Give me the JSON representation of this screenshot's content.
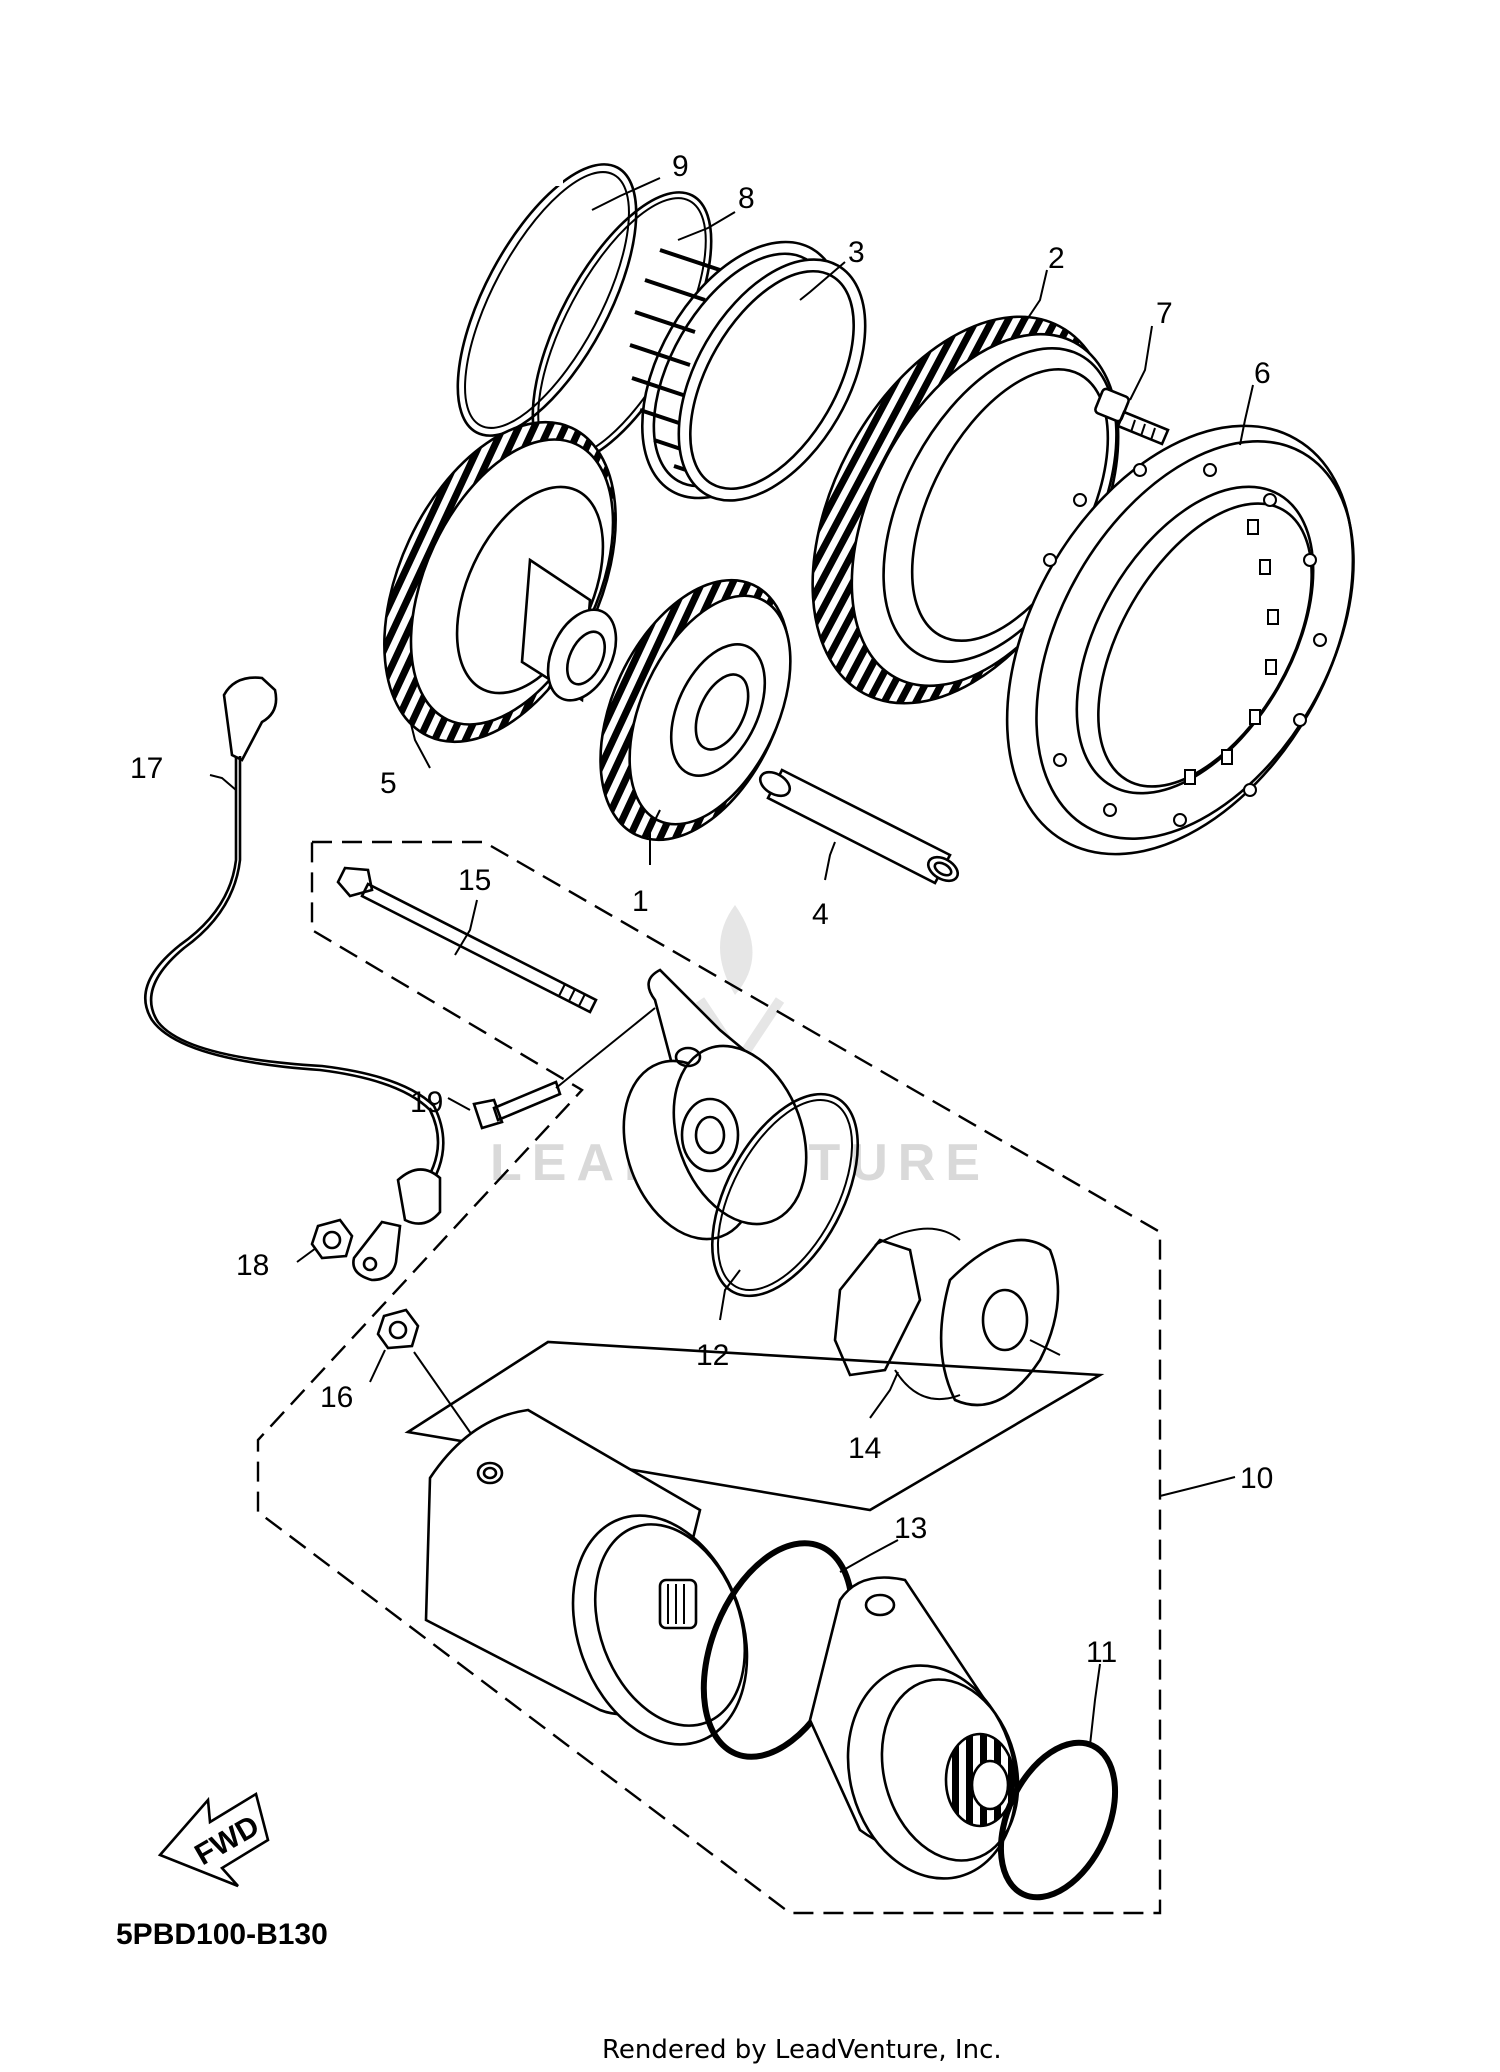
{
  "diagram_code": "5PBD100-B130",
  "credit": "Rendered by LeadVenture, Inc.",
  "watermark": "LEADVENTURE",
  "fwd_label": "FWD",
  "callouts": {
    "c1": "1",
    "c2": "2",
    "c3": "3",
    "c4": "4",
    "c5": "5",
    "c6": "6",
    "c7": "7",
    "c8": "8",
    "c9": "9",
    "c10": "10",
    "c11": "11",
    "c12": "12",
    "c13": "13",
    "c14": "14",
    "c15": "15",
    "c16": "16",
    "c17": "17",
    "c18": "18",
    "c19": "19"
  }
}
